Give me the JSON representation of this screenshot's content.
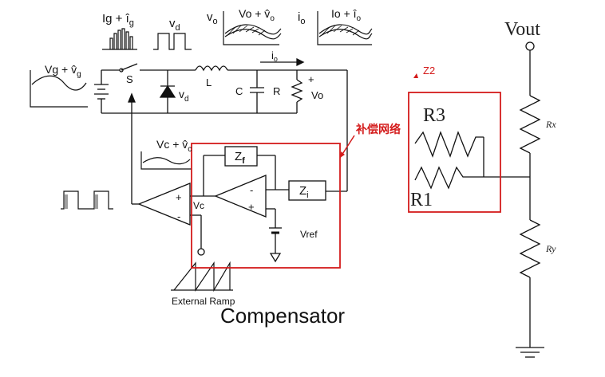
{
  "labels": {
    "ig": "Ig + î",
    "ig_sub": "g",
    "vd_top": "v",
    "vd_top_sub": "d",
    "vo_top": "v",
    "vo_top_sub": "o",
    "vo_wave": "Vo + v̂",
    "vo_wave_sub": "o",
    "io_top": "i",
    "io_top_sub": "o",
    "io_wave": "Io + î",
    "io_wave_sub": "o",
    "vg": "Vg + v̂",
    "vg_sub": "g",
    "switch": "S",
    "inductor": "L",
    "diode_v": "v",
    "diode_v_sub": "d",
    "cap": "C",
    "res": "R",
    "plus": "+",
    "vo_out": "Vo",
    "io_arrow": "i",
    "io_arrow_sub": "o",
    "vc_wave": "Vc + v̂",
    "vc_wave_sub": "c",
    "zf": "Z",
    "zf_sub": "f",
    "zi": "Z",
    "zi_sub": "i",
    "vc": "Vc",
    "vref": "Vref",
    "ramp": "External Ramp",
    "compensator": "Compensator",
    "comp_network": "补偿网络",
    "z2": "Z2",
    "r3": "R3",
    "r1": "R1",
    "vout": "Vout",
    "rx": "Rx",
    "ry": "Ry",
    "op_plus": "+",
    "op_minus": "-"
  },
  "colors": {
    "line": "#111111",
    "highlight": "#d41b1b"
  }
}
